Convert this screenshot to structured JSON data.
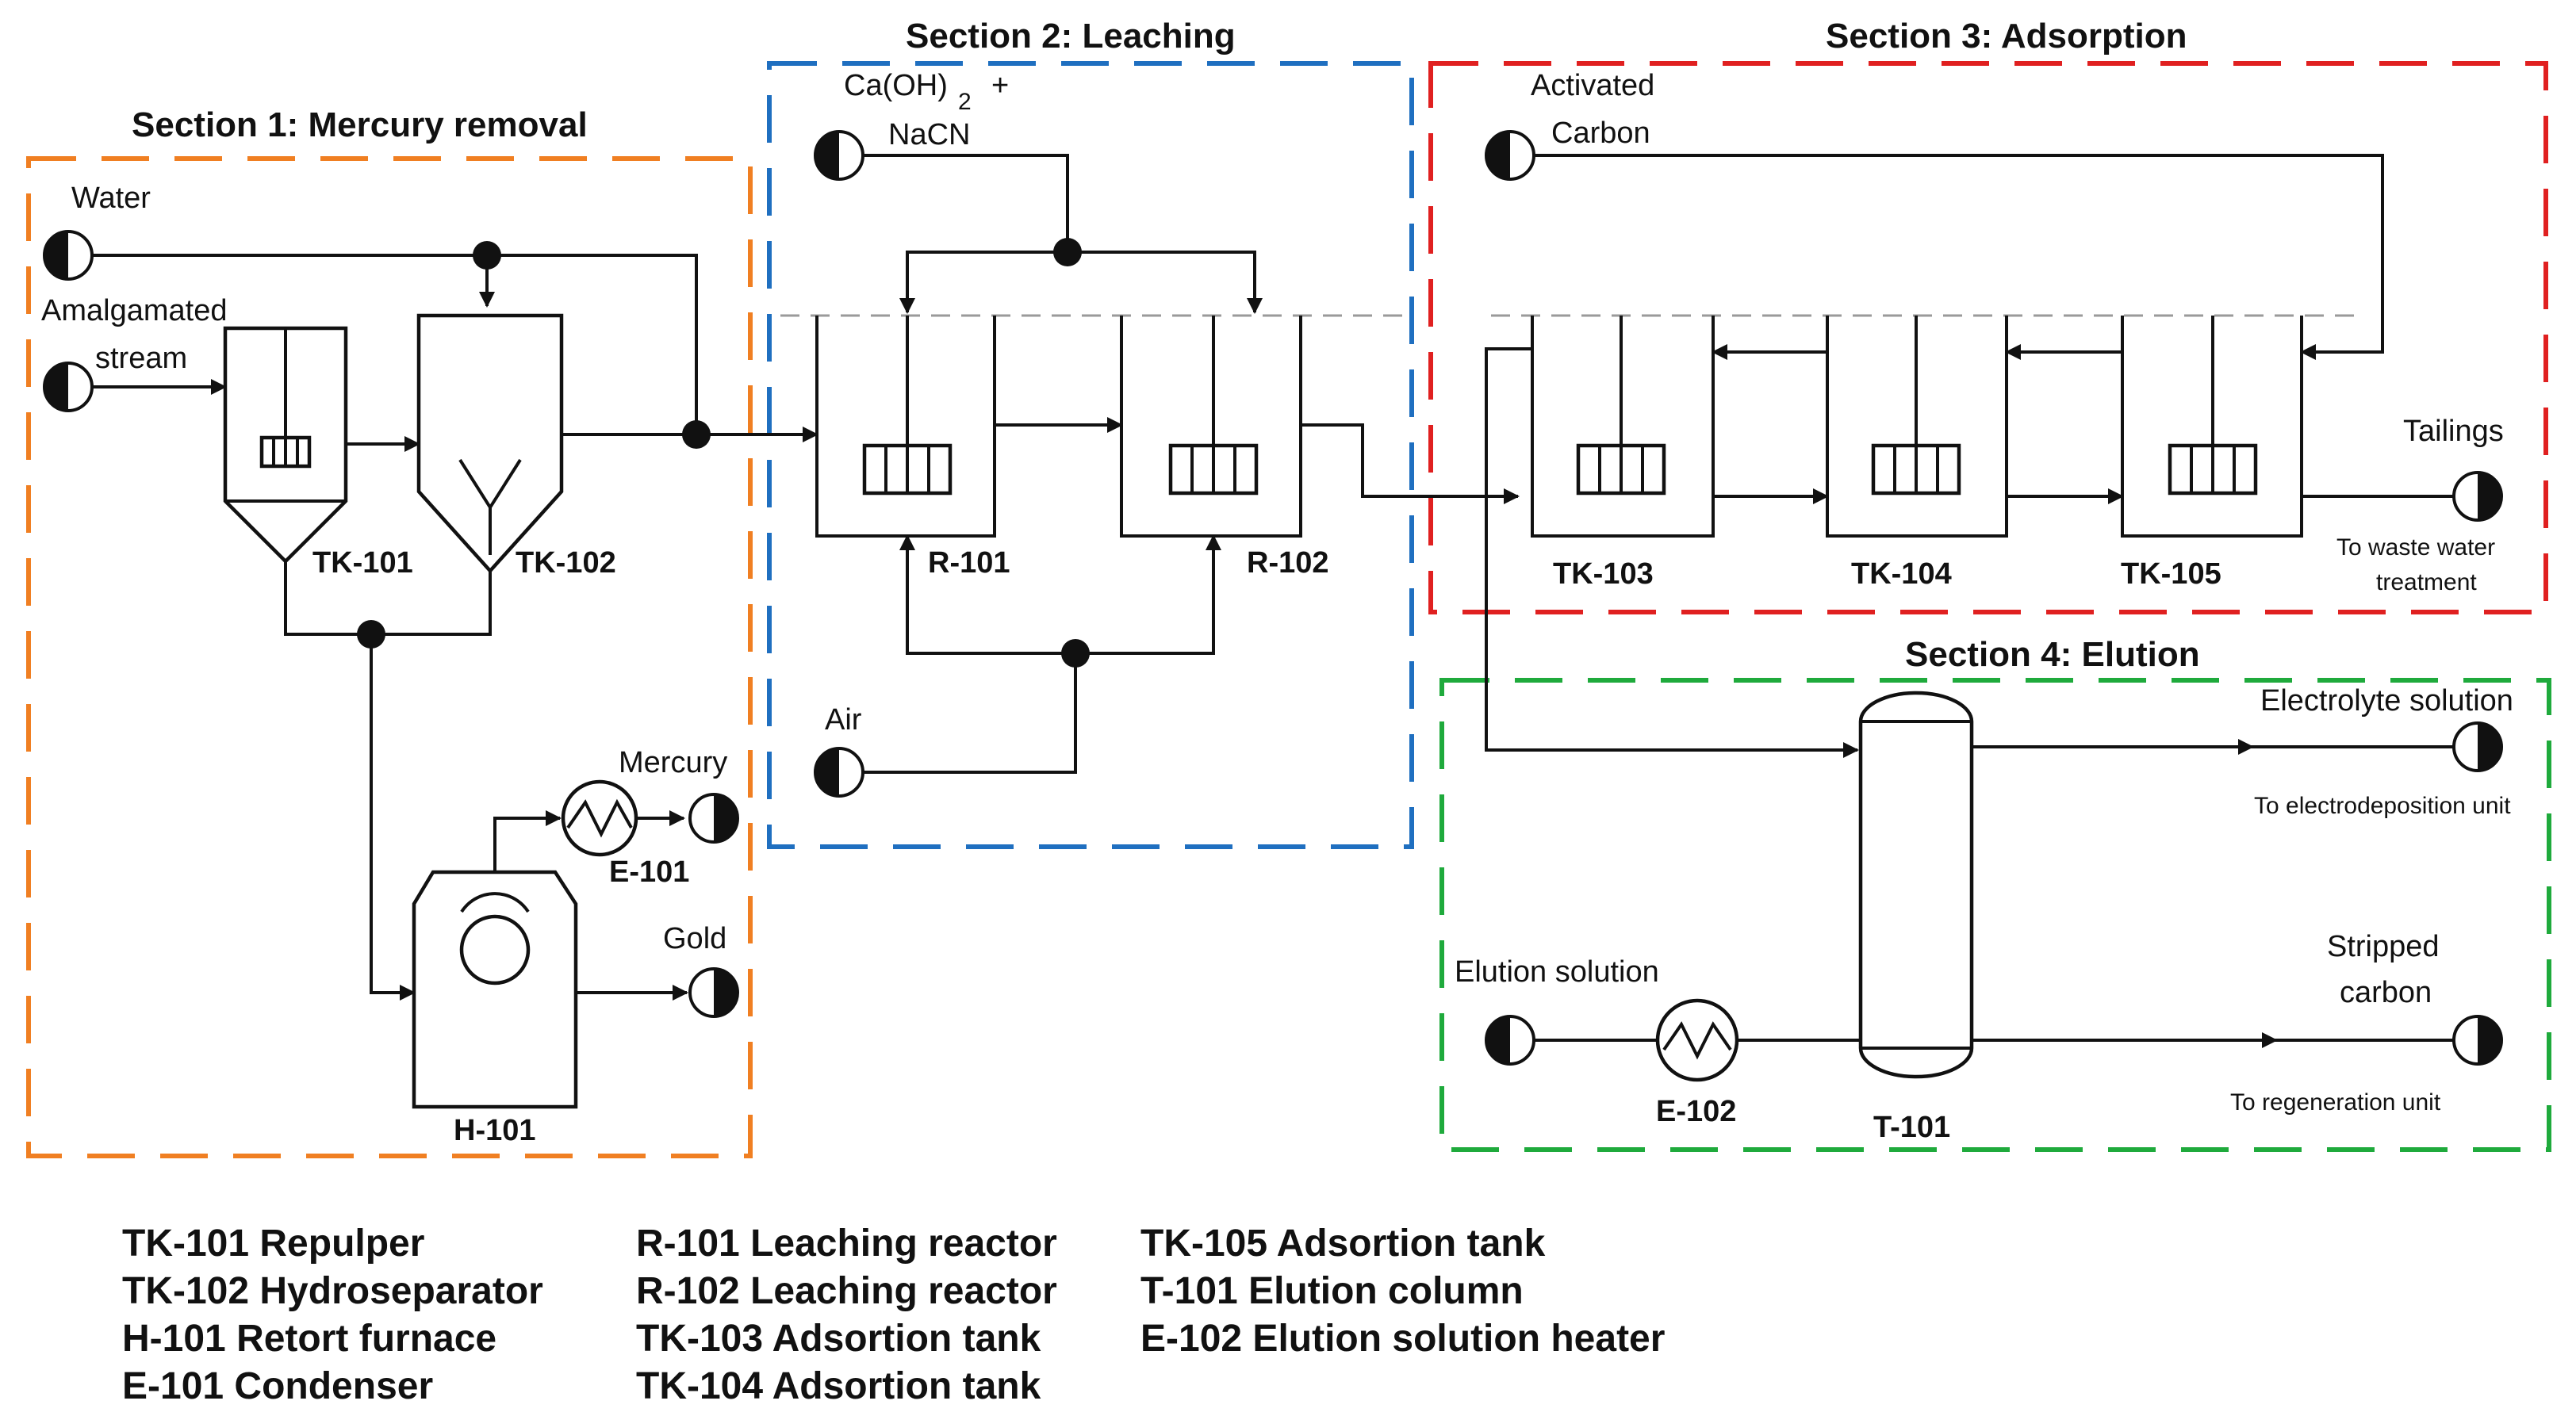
{
  "sections": {
    "s1": {
      "title": "Section 1: Mercury removal",
      "color": "#F07F22"
    },
    "s2": {
      "title": "Section 2: Leaching",
      "color": "#1F6FC0"
    },
    "s3": {
      "title": "Section 3: Adsorption",
      "color": "#E02020"
    },
    "s4": {
      "title": "Section 4: Elution",
      "color": "#1FAA3C"
    }
  },
  "streams": {
    "water": "Water",
    "amalgamated_1": "Amalgamated",
    "amalgamated_2": "stream",
    "reagent_1": "Ca(OH)",
    "reagent_sub": "2",
    "reagent_plus": "+",
    "reagent_2": "NaCN",
    "carbon_1": "Activated",
    "carbon_2": "Carbon",
    "air": "Air",
    "mercury": "Mercury",
    "gold": "Gold",
    "tailings": "Tailings",
    "tailings_note_1": "To waste water",
    "tailings_note_2": "treatment",
    "electrolyte": "Electrolyte solution",
    "electrolyte_note": "To electrodeposition unit",
    "elution_solution": "Elution solution",
    "stripped_1": "Stripped",
    "stripped_2": "carbon",
    "stripped_note": "To regeneration unit"
  },
  "equipment": {
    "tk101": "TK-101",
    "tk102": "TK-102",
    "h101": "H-101",
    "e101": "E-101",
    "r101": "R-101",
    "r102": "R-102",
    "tk103": "TK-103",
    "tk104": "TK-104",
    "tk105": "TK-105",
    "t101": "T-101",
    "e102": "E-102"
  },
  "legend": [
    [
      "TK-101 Repulper",
      "TK-102 Hydroseparator",
      "H-101 Retort furnace",
      "E-101 Condenser"
    ],
    [
      "R-101 Leaching reactor",
      "R-102 Leaching reactor",
      "TK-103 Adsortion tank",
      "TK-104 Adsortion tank"
    ],
    [
      "TK-105 Adsortion tank",
      "T-101 Elution column",
      "E-102 Elution solution heater"
    ]
  ]
}
